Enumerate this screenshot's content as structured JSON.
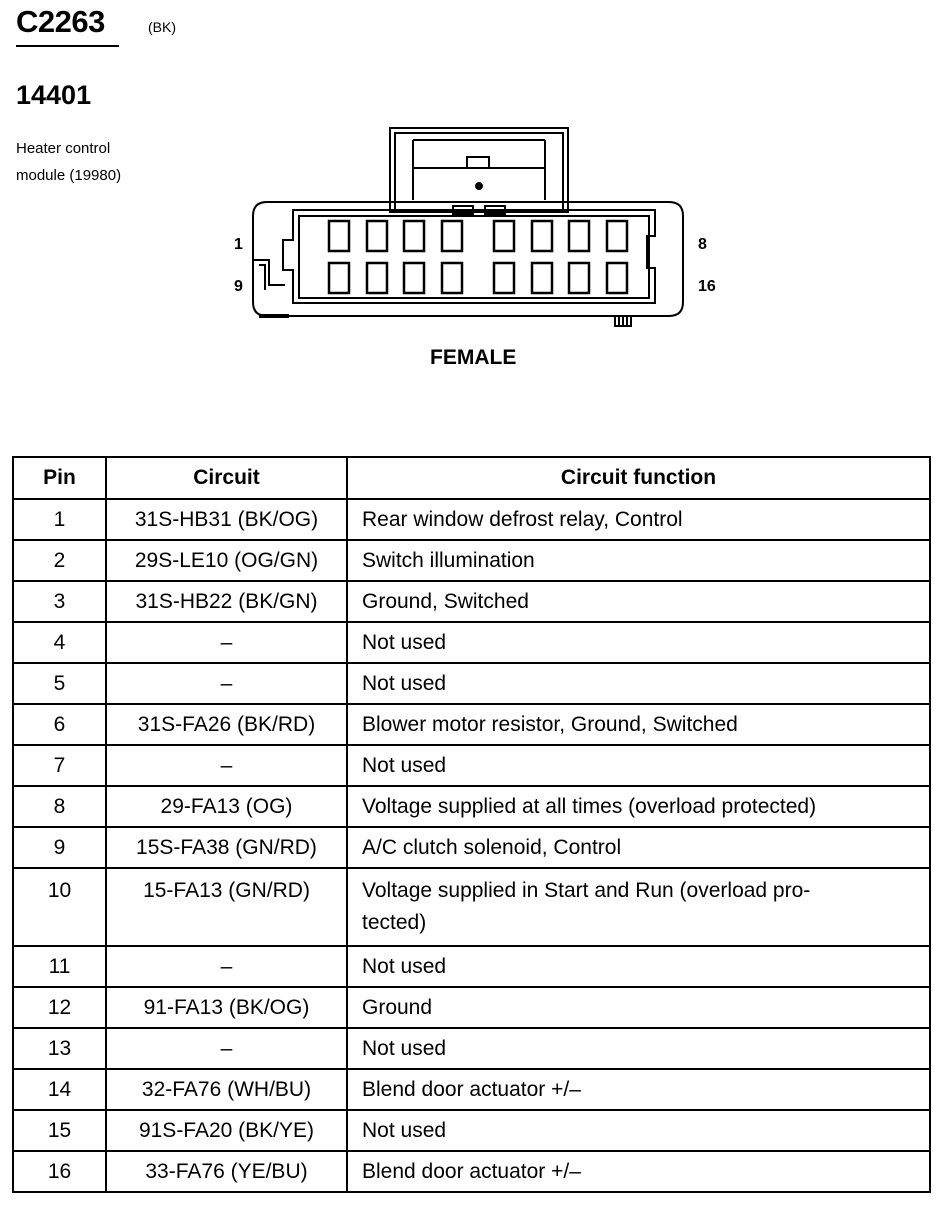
{
  "header": {
    "connector_id": "C2263",
    "color_code": "(BK)",
    "part_number": "14401",
    "description_line1": "Heater control",
    "description_line2": "module (19980)"
  },
  "diagram": {
    "pin_top_left": "1",
    "pin_bottom_left": "9",
    "pin_top_right": "8",
    "pin_bottom_right": "16",
    "gender": "FEMALE"
  },
  "table": {
    "headers": [
      "Pin",
      "Circuit",
      "Circuit function"
    ],
    "rows": [
      {
        "pin": "1",
        "circuit": "31S-HB31 (BK/OG)",
        "function": "Rear window defrost relay, Control"
      },
      {
        "pin": "2",
        "circuit": "29S-LE10 (OG/GN)",
        "function": "Switch illumination"
      },
      {
        "pin": "3",
        "circuit": "31S-HB22 (BK/GN)",
        "function": "Ground, Switched"
      },
      {
        "pin": "4",
        "circuit": "–",
        "function": "Not used"
      },
      {
        "pin": "5",
        "circuit": "–",
        "function": "Not used"
      },
      {
        "pin": "6",
        "circuit": "31S-FA26 (BK/RD)",
        "function": "Blower motor resistor, Ground, Switched"
      },
      {
        "pin": "7",
        "circuit": "–",
        "function": "Not used"
      },
      {
        "pin": "8",
        "circuit": "29-FA13 (OG)",
        "function": "Voltage supplied at all times (overload protected)"
      },
      {
        "pin": "9",
        "circuit": "15S-FA38 (GN/RD)",
        "function": "A/C clutch solenoid, Control"
      },
      {
        "pin": "10",
        "circuit": "15-FA13 (GN/RD)",
        "function": "Voltage supplied in Start and Run (overload pro-\ntected)"
      },
      {
        "pin": "11",
        "circuit": "–",
        "function": "Not used"
      },
      {
        "pin": "12",
        "circuit": "91-FA13 (BK/OG)",
        "function": "Ground"
      },
      {
        "pin": "13",
        "circuit": "–",
        "function": "Not used"
      },
      {
        "pin": "14",
        "circuit": "32-FA76 (WH/BU)",
        "function": "Blend door actuator +/–"
      },
      {
        "pin": "15",
        "circuit": "91S-FA20 (BK/YE)",
        "function": "Not used"
      },
      {
        "pin": "16",
        "circuit": "33-FA76 (YE/BU)",
        "function": "Blend door actuator +/–"
      }
    ]
  }
}
